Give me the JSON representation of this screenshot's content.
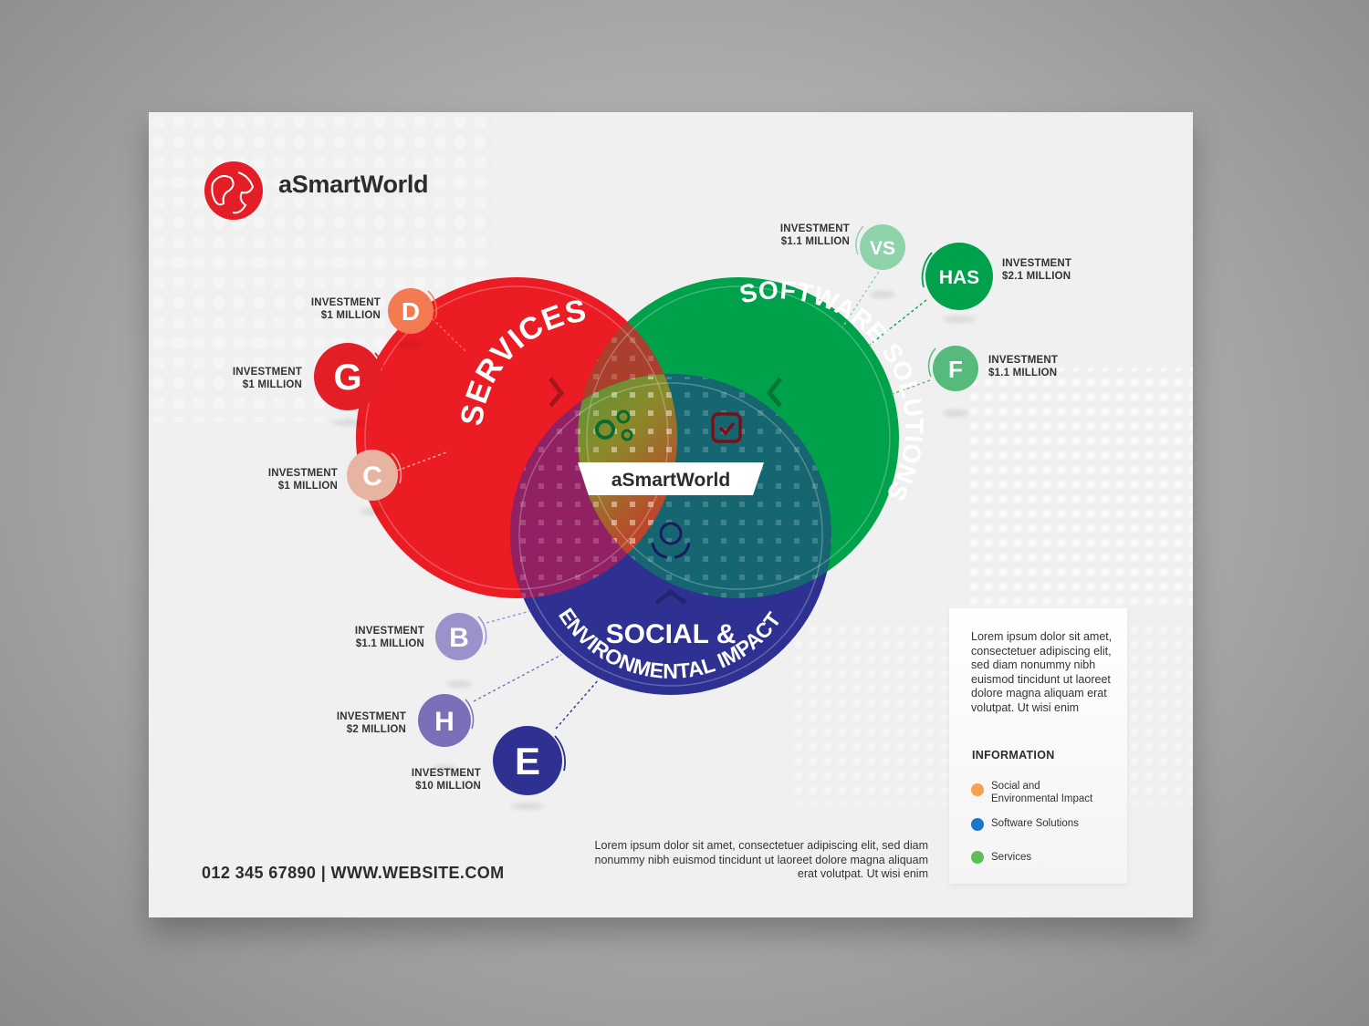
{
  "brand": {
    "name": "aSmartWorld"
  },
  "venn": {
    "center_label": "aSmartWorld",
    "services": {
      "label": "SERVICES",
      "color": "#ec1c24"
    },
    "software": {
      "label": "SOFTWARE SOLUTIONS",
      "color": "#00a14b"
    },
    "social": {
      "line1": "SOCIAL &",
      "line2": "ENVIRONMENTAL IMPACT",
      "color": "#2e3192"
    }
  },
  "nodes": [
    {
      "letter": "D",
      "investment": "INVESTMENT",
      "amount": "$1 MILLION",
      "color": "#f47a52"
    },
    {
      "letter": "G",
      "investment": "INVESTMENT",
      "amount": "$1 MILLION",
      "color": "#e41e26"
    },
    {
      "letter": "C",
      "investment": "INVESTMENT",
      "amount": "$1 MILLION",
      "color": "#e8b4a2"
    },
    {
      "letter": "VS",
      "investment": "INVESTMENT",
      "amount": "$1.1 MILLION",
      "color": "#8ed3aa"
    },
    {
      "letter": "HAS",
      "investment": "INVESTMENT",
      "amount": "$2.1 MILLION",
      "color": "#00a14b"
    },
    {
      "letter": "F",
      "investment": "INVESTMENT",
      "amount": "$1.1 MILLION",
      "color": "#56ba7c"
    },
    {
      "letter": "B",
      "investment": "INVESTMENT",
      "amount": "$1.1 MILLION",
      "color": "#9b92cc"
    },
    {
      "letter": "H",
      "investment": "INVESTMENT",
      "amount": "$2 MILLION",
      "color": "#7a6fb8"
    },
    {
      "letter": "E",
      "investment": "INVESTMENT",
      "amount": "$10 MILLION",
      "color": "#2e3192"
    }
  ],
  "footer": {
    "contact": "012 345 67890  |  WWW.WEBSITE.COM",
    "text": "Lorem ipsum dolor sit amet, consectetuer adipiscing elit, sed diam nonummy nibh euismod tincidunt ut laoreet dolore magna aliquam erat volutpat. Ut wisi enim"
  },
  "info_panel": {
    "description": "Lorem ipsum dolor sit amet, consectetuer adipiscing elit, sed diam nonummy nibh euismod tincidunt ut laoreet dolore magna aliquam erat volutpat. Ut wisi enim",
    "heading": "INFORMATION",
    "legend": [
      {
        "label": "Social and Environmental Impact",
        "color": "#f7a24b"
      },
      {
        "label": "Software Solutions",
        "color": "#1976c9"
      },
      {
        "label": "Services",
        "color": "#5cbf5a"
      }
    ]
  }
}
